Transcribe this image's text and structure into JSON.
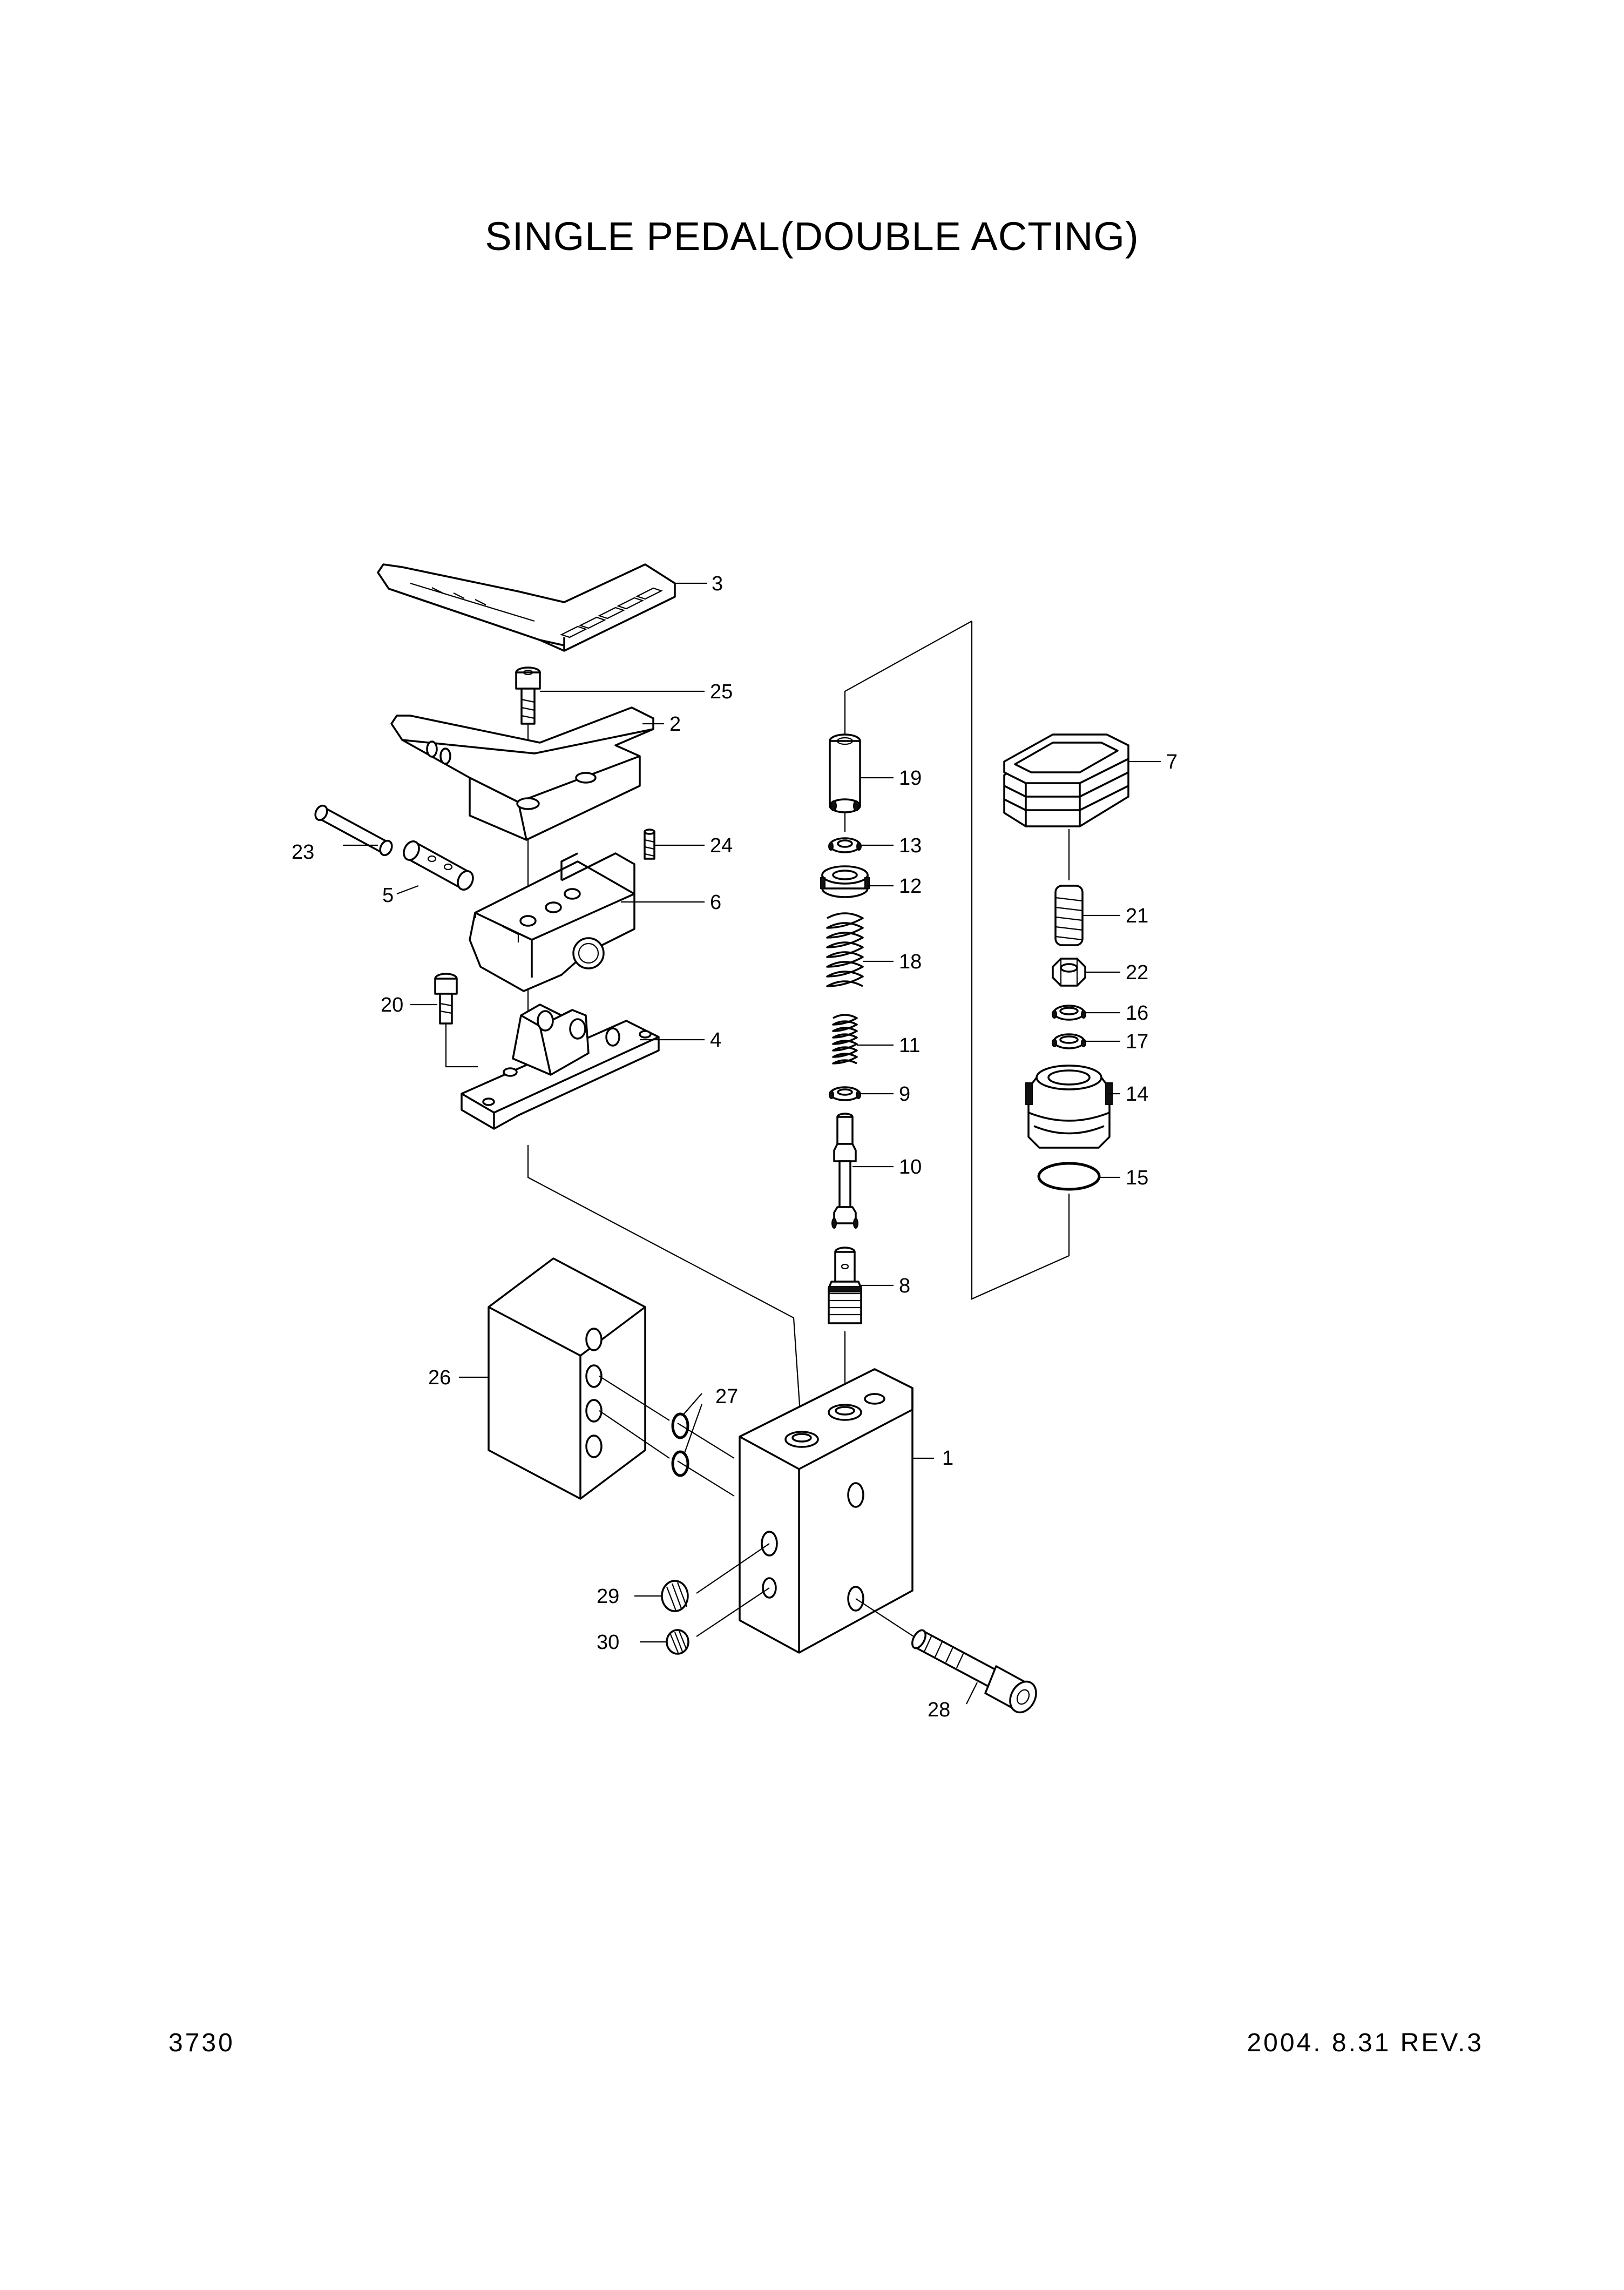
{
  "title": "SINGLE PEDAL(DOUBLE ACTING)",
  "footer": {
    "page_number": "3730",
    "revision": "2004. 8.31 REV.3"
  },
  "callouts": [
    {
      "id": "1",
      "label": "1"
    },
    {
      "id": "2",
      "label": "2"
    },
    {
      "id": "3",
      "label": "3"
    },
    {
      "id": "4",
      "label": "4"
    },
    {
      "id": "5",
      "label": "5"
    },
    {
      "id": "6",
      "label": "6"
    },
    {
      "id": "7",
      "label": "7"
    },
    {
      "id": "8",
      "label": "8"
    },
    {
      "id": "9",
      "label": "9"
    },
    {
      "id": "10",
      "label": "10"
    },
    {
      "id": "11",
      "label": "11"
    },
    {
      "id": "12",
      "label": "12"
    },
    {
      "id": "13",
      "label": "13"
    },
    {
      "id": "14",
      "label": "14"
    },
    {
      "id": "15",
      "label": "15"
    },
    {
      "id": "16",
      "label": "16"
    },
    {
      "id": "17",
      "label": "17"
    },
    {
      "id": "18",
      "label": "18"
    },
    {
      "id": "19",
      "label": "19"
    },
    {
      "id": "20",
      "label": "20"
    },
    {
      "id": "21",
      "label": "21"
    },
    {
      "id": "22",
      "label": "22"
    },
    {
      "id": "23",
      "label": "23"
    },
    {
      "id": "24",
      "label": "24"
    },
    {
      "id": "25",
      "label": "25"
    },
    {
      "id": "26",
      "label": "26"
    },
    {
      "id": "27",
      "label": "27"
    },
    {
      "id": "28",
      "label": "28"
    },
    {
      "id": "29",
      "label": "29"
    },
    {
      "id": "30",
      "label": "30"
    }
  ]
}
